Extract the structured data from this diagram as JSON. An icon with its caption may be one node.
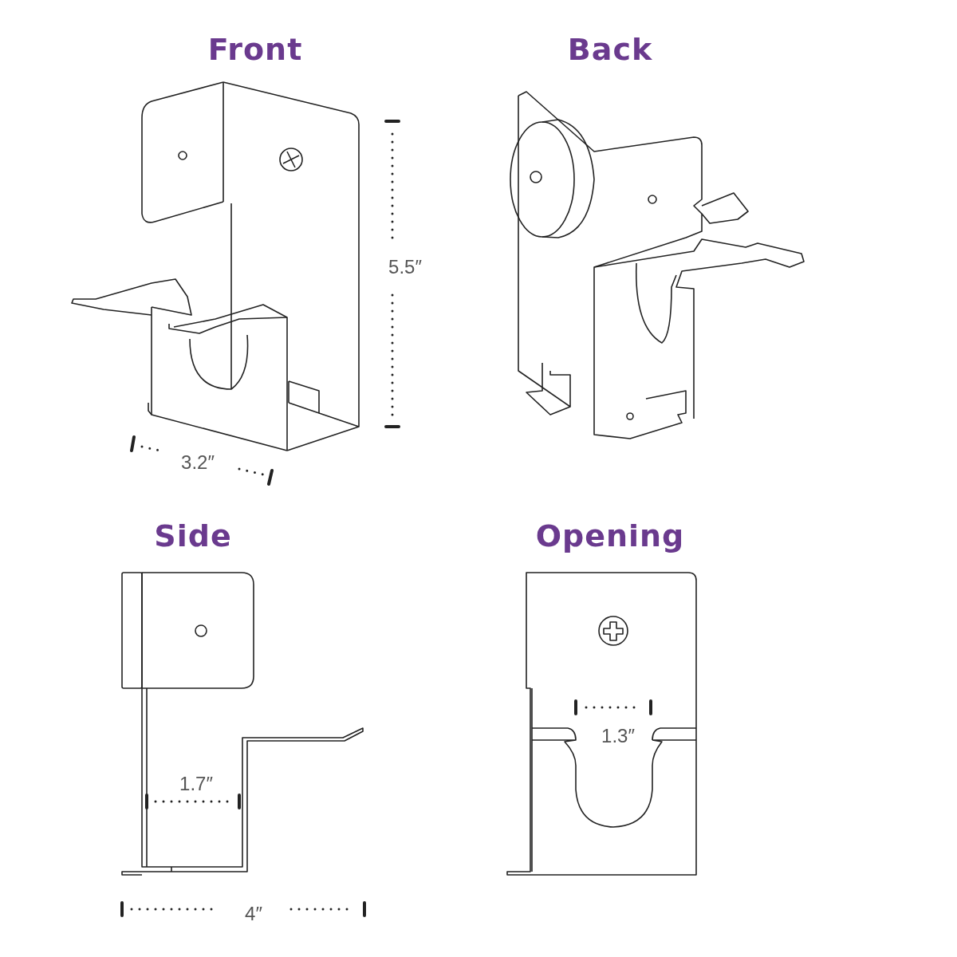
{
  "diagram": {
    "labels": [
      "Front",
      "Back",
      "5.5″",
      "3.2″",
      "Side",
      "Opening",
      "1.3″",
      "1.7″",
      "4″"
    ]
  }
}
